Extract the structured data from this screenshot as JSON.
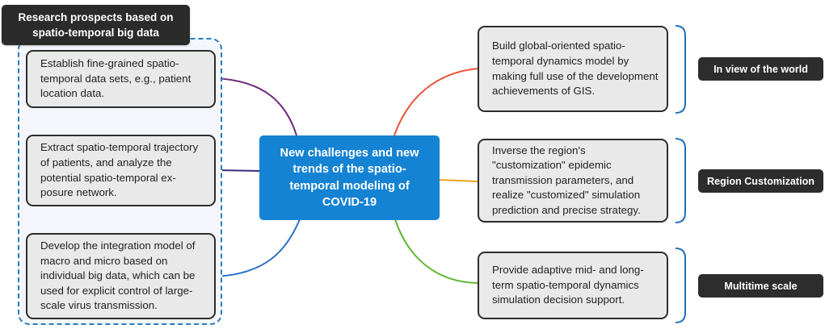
{
  "left_group": {
    "title": "Research prospects based on spatio-temporal big data",
    "items": [
      {
        "text": "Establish fine-grained spatio-temporal data sets, e.g., patient location data."
      },
      {
        "text": "Extract spatio-temporal trajectory of patients, and analyze the potential spatio-temporal ex-posure network."
      },
      {
        "text": "Develop the integration model of macro and micro based on individual big data, which can be used for explicit control of large-scale virus transmission."
      }
    ]
  },
  "center": {
    "text": "New challenges and new trends of the spatio-temporal modeling of COVID-19"
  },
  "right_group": {
    "items": [
      {
        "text": "Build global-oriented spatio-temporal dynamics model by making full use of the development achievements of GIS.",
        "tag": "In view of the world"
      },
      {
        "text": "Inverse  the region's \"customization\" epidemic transmission parameters, and realize \"customized\" simulation prediction and precise strategy.",
        "tag": "Region Customization"
      },
      {
        "text": "Provide adaptive mid- and long-term spatio-temporal dynamics simulation decision support.",
        "tag": "Multitime scale"
      }
    ]
  },
  "colors": {
    "center_fill": "#1483d3",
    "group_border": "#2a7bc0",
    "bracket": "#1f6fb8",
    "link_left_1": "#6b2a7a",
    "link_left_2": "#3b2a7a",
    "link_left_3": "#2a6fc2",
    "link_right_1": "#e8553a",
    "link_right_2": "#f0a21a",
    "link_right_3": "#5cb82e"
  }
}
